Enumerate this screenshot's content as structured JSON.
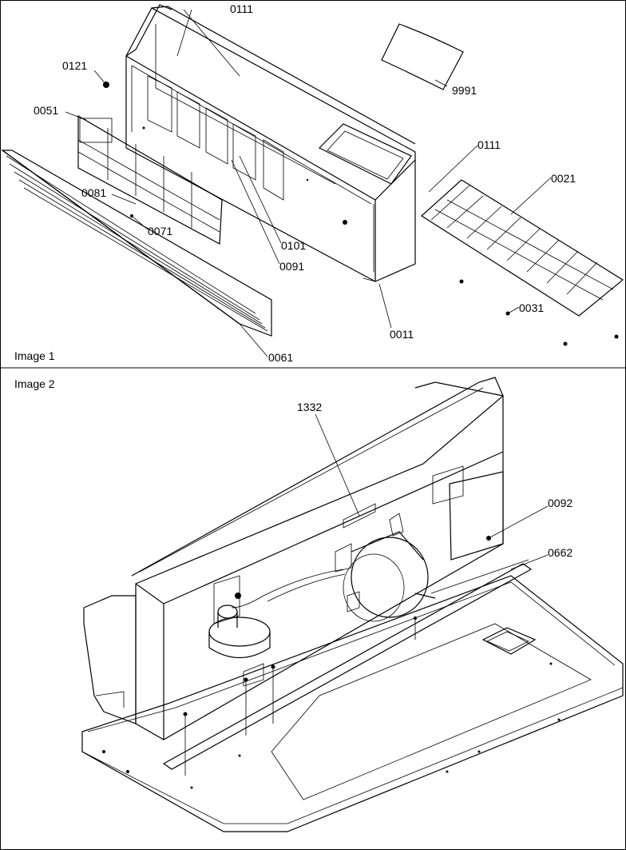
{
  "panels": [
    {
      "title": "Image 1"
    },
    {
      "title": "Image 2"
    }
  ],
  "callouts": {
    "c0111a": "0111",
    "c0121": "0121",
    "c9991": "9991",
    "c0051": "0051",
    "c0111b": "0111",
    "c0021": "0021",
    "c0081": "0081",
    "c0071": "0071",
    "c0101": "0101",
    "c0091": "0091",
    "c0031": "0031",
    "c0011": "0011",
    "c0061": "0061",
    "c1332": "1332",
    "c0092": "0092",
    "c0662": "0662"
  }
}
